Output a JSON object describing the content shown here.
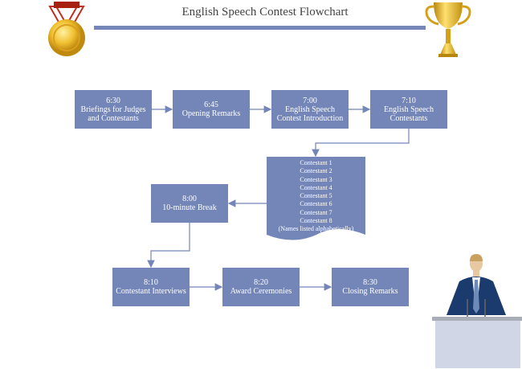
{
  "title": "English Speech Contest Flowchart",
  "steps": [
    {
      "time": "6:30",
      "label": "Briefings for Judges and Contestants"
    },
    {
      "time": "6:45",
      "label": "Opening Remarks"
    },
    {
      "time": "7:00",
      "label": "English Speech Contest Introduction"
    },
    {
      "time": "7:10",
      "label": "English Speech Contestants"
    },
    {
      "time": "8:00",
      "label": "10-minute Break"
    },
    {
      "time": "8:10",
      "label": "Contestant Interviews"
    },
    {
      "time": "8:20",
      "label": "Award Ceremonies"
    },
    {
      "time": "8:30",
      "label": "Closing Remarks"
    }
  ],
  "contestants": [
    "Contestant 1",
    "Contestant 2",
    "Contestant 3",
    "Contestant 4",
    "Contestant 5",
    "Contestant 6",
    "Contestant 7",
    "Contestant 8"
  ],
  "contestants_note": "(Names listed alphabetically)",
  "colors": {
    "box": "#7485b8",
    "line": "#7485b8"
  }
}
